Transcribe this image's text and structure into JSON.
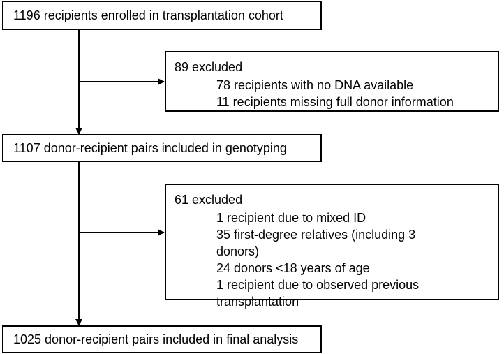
{
  "flowchart": {
    "step1": "1196 recipients enrolled in transplantation cohort",
    "exclusion1": {
      "title": "89 excluded",
      "items": [
        "78 recipients with no DNA available",
        "11 recipients missing full donor information"
      ]
    },
    "step2": "1107 donor-recipient pairs included in genotyping",
    "exclusion2": {
      "title": "61 excluded",
      "items": [
        "1 recipient due to mixed ID",
        "35 first-degree relatives (including 3 donors)",
        "24 donors <18 years of age",
        "1 recipient due to observed previous transplantation"
      ]
    },
    "step3": "1025 donor-recipient pairs included in final analysis"
  }
}
